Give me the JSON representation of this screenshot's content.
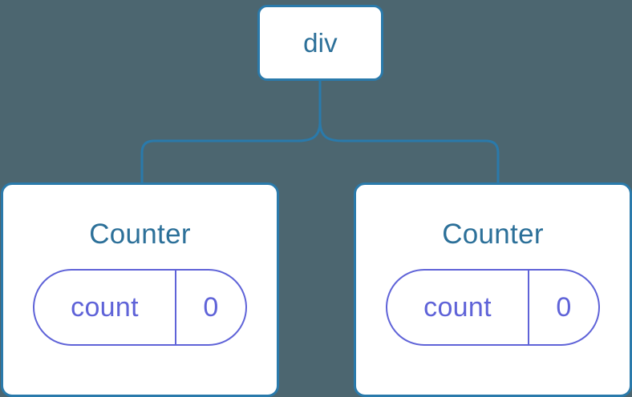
{
  "diagram": {
    "type": "component-tree",
    "background_color": "#4c6670",
    "node_border_color": "#2a7aab",
    "node_fill_color": "#ffffff",
    "node_label_color": "#2c7099",
    "state_color": "#5f63d8",
    "edge_color": "#2a7aab",
    "root": {
      "label": "div"
    },
    "children": [
      {
        "label": "Counter",
        "state": {
          "key": "count",
          "value": "0"
        }
      },
      {
        "label": "Counter",
        "state": {
          "key": "count",
          "value": "0"
        }
      }
    ]
  }
}
